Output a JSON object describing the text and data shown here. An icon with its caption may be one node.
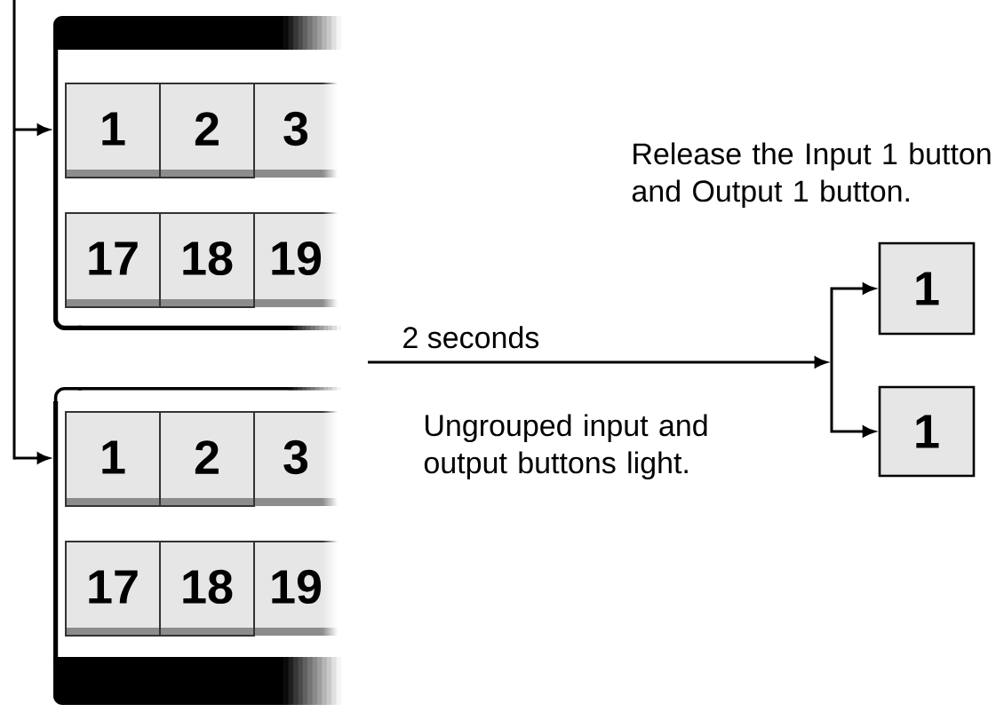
{
  "diagram": {
    "nodes": [
      {
        "text": [],
        "shape": "box"
      },
      {
        "text": [
          "1"
        ],
        "in": 0
      },
      {
        "text": [
          "2"
        ],
        "in": 0
      },
      {
        "text": [
          "3"
        ],
        "in": 0
      },
      {
        "text": [
          "17"
        ],
        "in": 0
      },
      {
        "text": [
          "18"
        ],
        "in": 0
      },
      {
        "text": [
          "19"
        ],
        "in": 0
      },
      {
        "text": [],
        "shape": "box"
      },
      {
        "text": [
          "1"
        ],
        "in": 7
      },
      {
        "text": [
          "2"
        ],
        "in": 7
      },
      {
        "text": [
          "3"
        ],
        "in": 7
      },
      {
        "text": [
          "17"
        ],
        "in": 7
      },
      {
        "text": [
          "18"
        ],
        "in": 7
      },
      {
        "text": [
          "19"
        ],
        "in": 7
      },
      {
        "text": [
          "1"
        ]
      },
      {
        "text": [
          "1"
        ]
      }
    ],
    "edges": [
      {
        "from": null,
        "to": 0,
        "arrow": "to"
      },
      {
        "from": null,
        "to": 7,
        "arrow": "to"
      },
      {
        "from": null,
        "to": 14,
        "arrow": "to",
        "label": "2 seconds"
      },
      {
        "from": null,
        "to": 15,
        "arrow": "to"
      }
    ],
    "labels": [
      "Release the Input 1 button and Output 1 button.",
      "Ungrouped input and output buttons light."
    ]
  }
}
